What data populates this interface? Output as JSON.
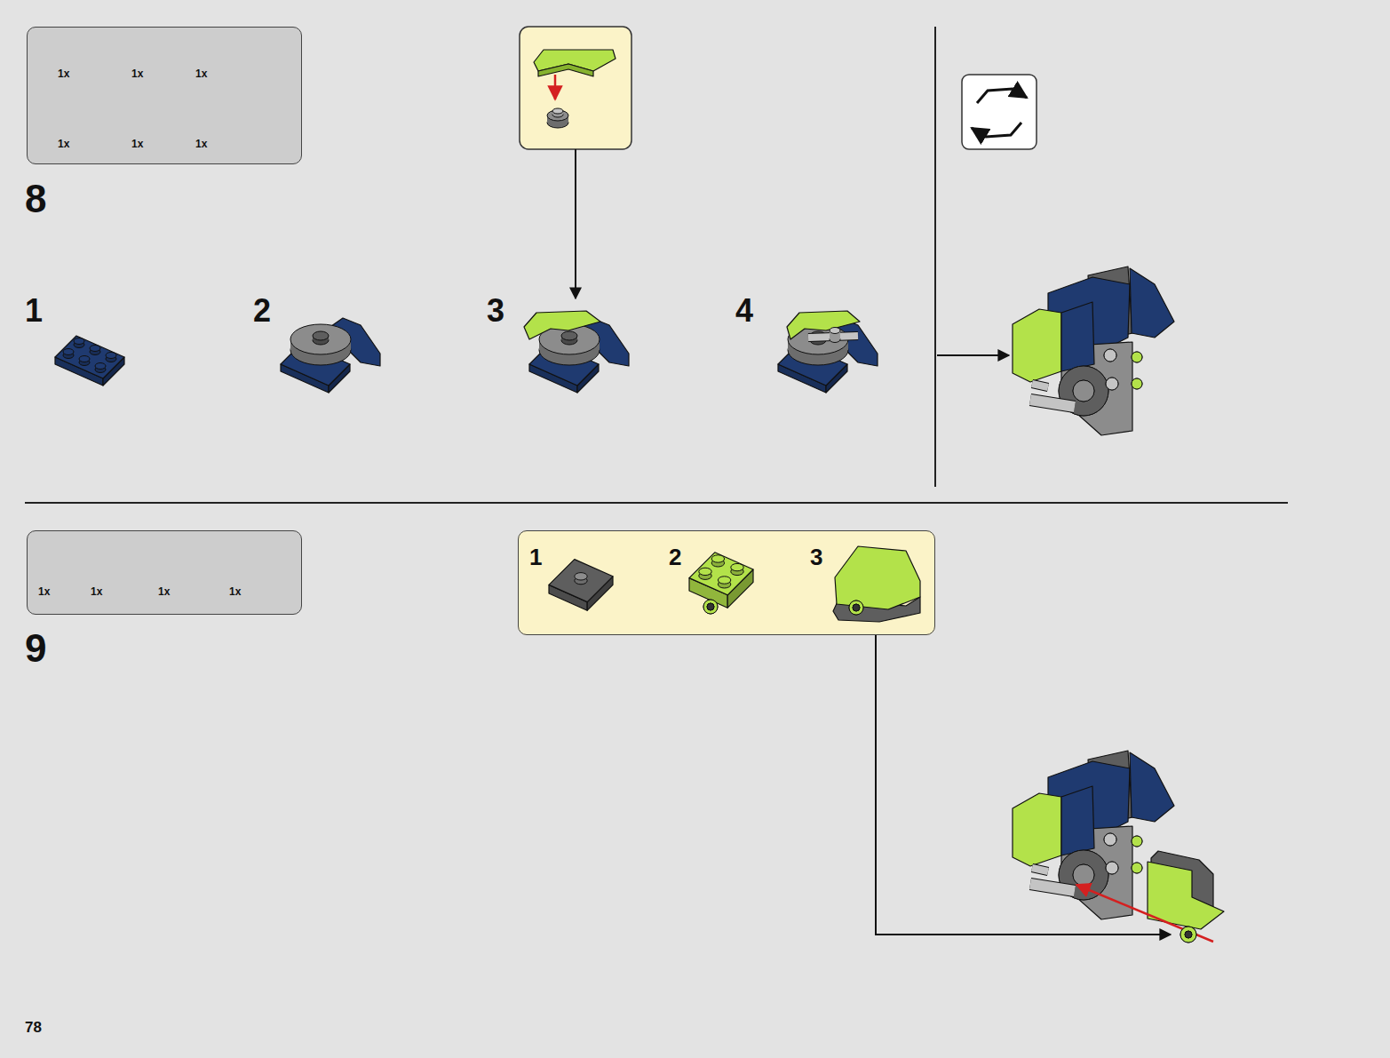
{
  "diagram": {
    "nodes": [
      {
        "text": [
          "1x",
          "1x",
          "1x",
          "1x",
          "1x",
          "1x"
        ]
      },
      {
        "text": [
          "1x",
          "1x",
          "1x",
          "1x"
        ]
      },
      {
        "text": [
          "1",
          "2",
          "3"
        ]
      }
    ],
    "labels": [
      "8",
      "1",
      "2",
      "3",
      "4",
      "9",
      "78"
    ]
  }
}
